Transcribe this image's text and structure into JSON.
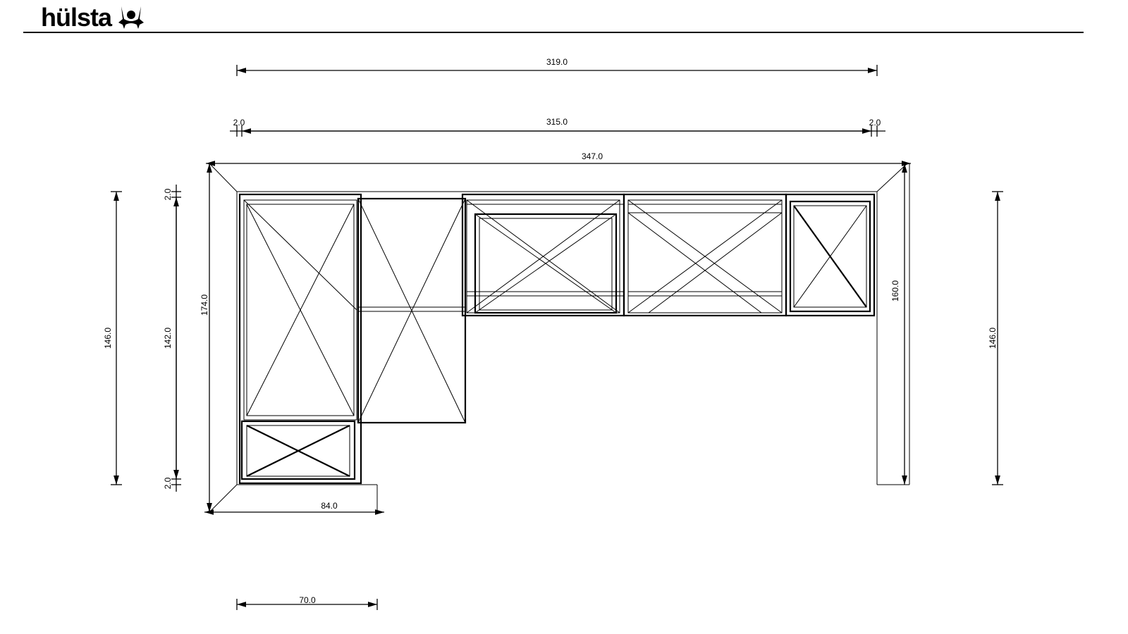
{
  "brand": {
    "name": "hülsta",
    "logo_icon": "hulsta-emblem-icon"
  },
  "dimensions": {
    "overall_top": "319.0",
    "inner_width": "315.0",
    "left_gap": "2.0",
    "right_gap": "2.0",
    "outer_width": "347.0",
    "left_height_outer": "146.0",
    "inner_height": "142.0",
    "top_gap": "2.0",
    "bottom_gap": "2.0",
    "total_height": "174.0",
    "right_wall_height": "160.0",
    "right_height_outer": "146.0",
    "base_depth": "84.0",
    "bottom_width": "70.0"
  }
}
